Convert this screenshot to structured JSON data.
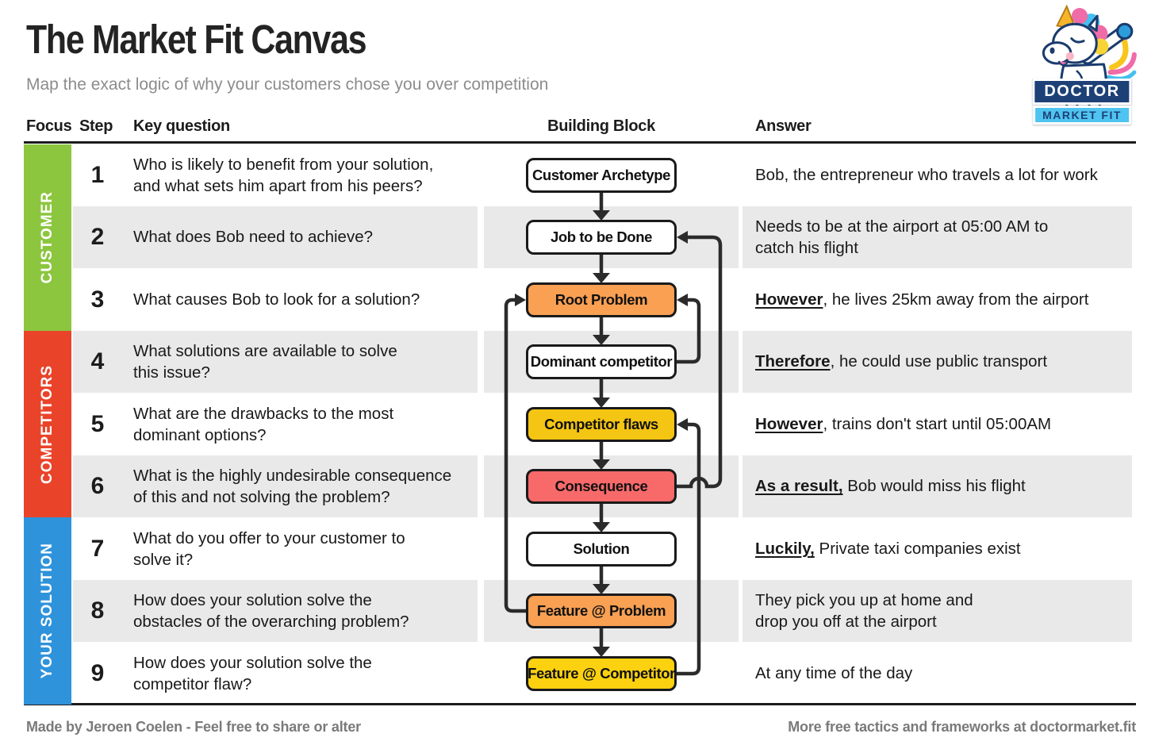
{
  "header": {
    "title": "The Market Fit Canvas",
    "subtitle": "Map the exact logic of why your customers chose you over competition"
  },
  "logo": {
    "banner_top": "DOCTOR",
    "banner_bottom": "MARKET FIT"
  },
  "columns": {
    "focus": "Focus",
    "step": "Step",
    "key_question": "Key question",
    "building_block": "Building Block",
    "answer": "Answer"
  },
  "focus_groups": [
    {
      "label": "CUSTOMER",
      "color": "#8cc63f"
    },
    {
      "label": "COMPETITORS",
      "color": "#e9442a"
    },
    {
      "label": "YOUR SOLUTION",
      "color": "#2f93db"
    }
  ],
  "rows": [
    {
      "step": "1",
      "question": "Who is likely to benefit from your solution,\nand what sets him apart from his peers?",
      "block": {
        "label": "Customer Archetype",
        "color": "#ffffff"
      },
      "answer": {
        "lead": "",
        "rest": "Bob, the entrepreneur who travels a lot for work"
      }
    },
    {
      "step": "2",
      "question": "What does Bob need to achieve?",
      "block": {
        "label": "Job to be Done",
        "color": "#ffffff"
      },
      "answer": {
        "lead": "",
        "rest": "Needs to be at the airport at 05:00 AM to\ncatch his flight"
      }
    },
    {
      "step": "3",
      "question": "What causes Bob to look for a solution?",
      "block": {
        "label": "Root Problem",
        "color": "#f9a053"
      },
      "answer": {
        "lead": "However",
        "rest": ", he lives 25km away from the airport"
      }
    },
    {
      "step": "4",
      "question": "What solutions are available to solve\nthis issue?",
      "block": {
        "label": "Dominant competitor",
        "color": "#ffffff"
      },
      "answer": {
        "lead": "Therefore",
        "rest": ", he could use public transport"
      }
    },
    {
      "step": "5",
      "question": "What are the drawbacks to the most\ndominant options?",
      "block": {
        "label": "Competitor flaws",
        "color": "#f4c513"
      },
      "answer": {
        "lead": "However",
        "rest": ", trains don't start until 05:00AM"
      }
    },
    {
      "step": "6",
      "question": "What is the highly undesirable consequence\nof this and not solving the problem?",
      "block": {
        "label": "Consequence",
        "color": "#f8696a"
      },
      "answer": {
        "lead": "As a result,",
        "rest": " Bob would miss his flight"
      }
    },
    {
      "step": "7",
      "question": "What do you offer to your customer to\nsolve it?",
      "block": {
        "label": "Solution",
        "color": "#ffffff"
      },
      "answer": {
        "lead": "Luckily,",
        "rest": " Private taxi companies exist"
      }
    },
    {
      "step": "8",
      "question": "How does your solution solve the\nobstacles of the overarching problem?",
      "block": {
        "label": "Feature @ Problem",
        "color": "#f9a053"
      },
      "answer": {
        "lead": "",
        "rest": "They pick you up at home and\ndrop you off at the airport"
      }
    },
    {
      "step": "9",
      "question": "How does your solution solve the\ncompetitor flaw?",
      "block": {
        "label": "Feature @ Competitor",
        "color": "#fbd110"
      },
      "answer": {
        "lead": "",
        "rest": "At any time of the day"
      }
    }
  ],
  "footer": {
    "left": "Made by Jeroen Coelen - Feel free to share or alter",
    "right": "More free tactics and frameworks at doctormarket.fit"
  },
  "colors": {
    "stripe": "#e9e9e9",
    "rule": "#1b1b1b",
    "connector": "#2b2b2b",
    "banner_navy": "#1d4077",
    "banner_blue": "#4fc4f0"
  }
}
